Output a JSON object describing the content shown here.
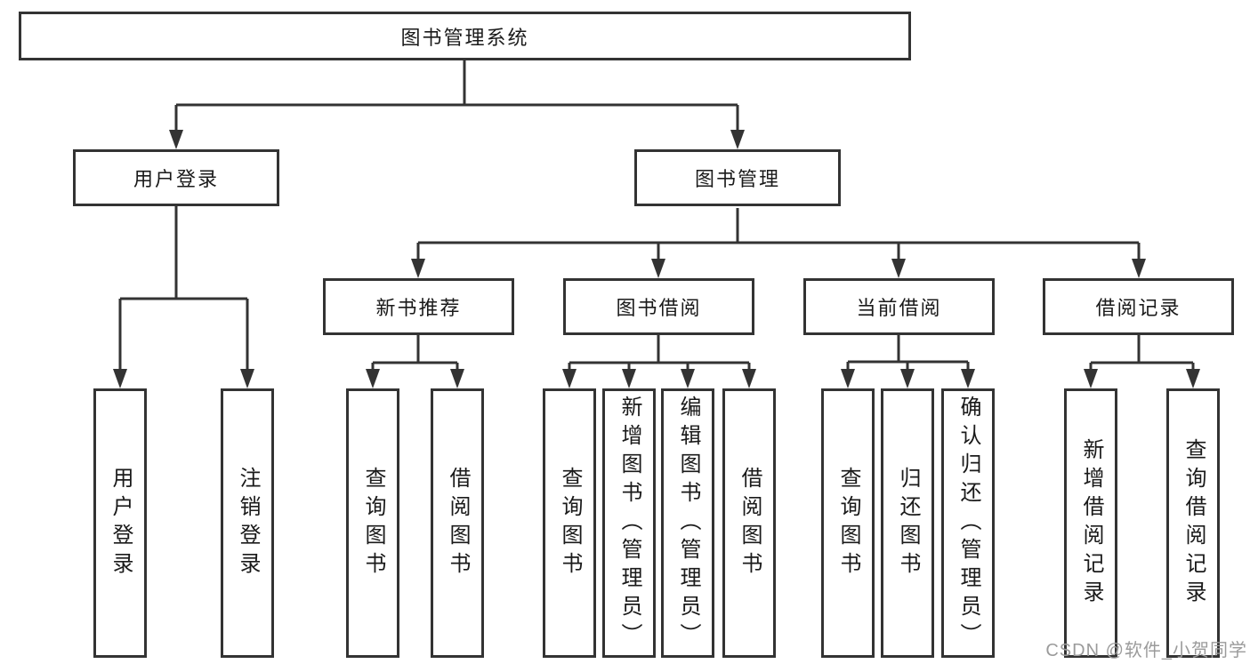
{
  "diagram": {
    "root": {
      "label": "图书管理系统"
    },
    "level2": [
      {
        "label": "用户登录"
      },
      {
        "label": "图书管理"
      }
    ],
    "level3": [
      {
        "label": "新书推荐"
      },
      {
        "label": "图书借阅"
      },
      {
        "label": "当前借阅"
      },
      {
        "label": "借阅记录"
      }
    ],
    "leaves": {
      "user_login": [
        "用户登录",
        "注销登录"
      ],
      "new_books": [
        "查询图书",
        "借阅图书"
      ],
      "book_borrow": [
        "查询图书",
        "新增图书（管理员）",
        "编辑图书（管理员）",
        "借阅图书"
      ],
      "current_borrow": [
        "查询图书",
        "归还图书",
        "确认归还（管理员）"
      ],
      "borrow_records": [
        "新增借阅记录",
        "查询借阅记录"
      ]
    }
  },
  "watermark": "CSDN @软件_小贺同学",
  "colors": {
    "line": "#333333",
    "text": "#1a1a1a",
    "watermark": "#9b9b9b",
    "background": "#ffffff"
  }
}
